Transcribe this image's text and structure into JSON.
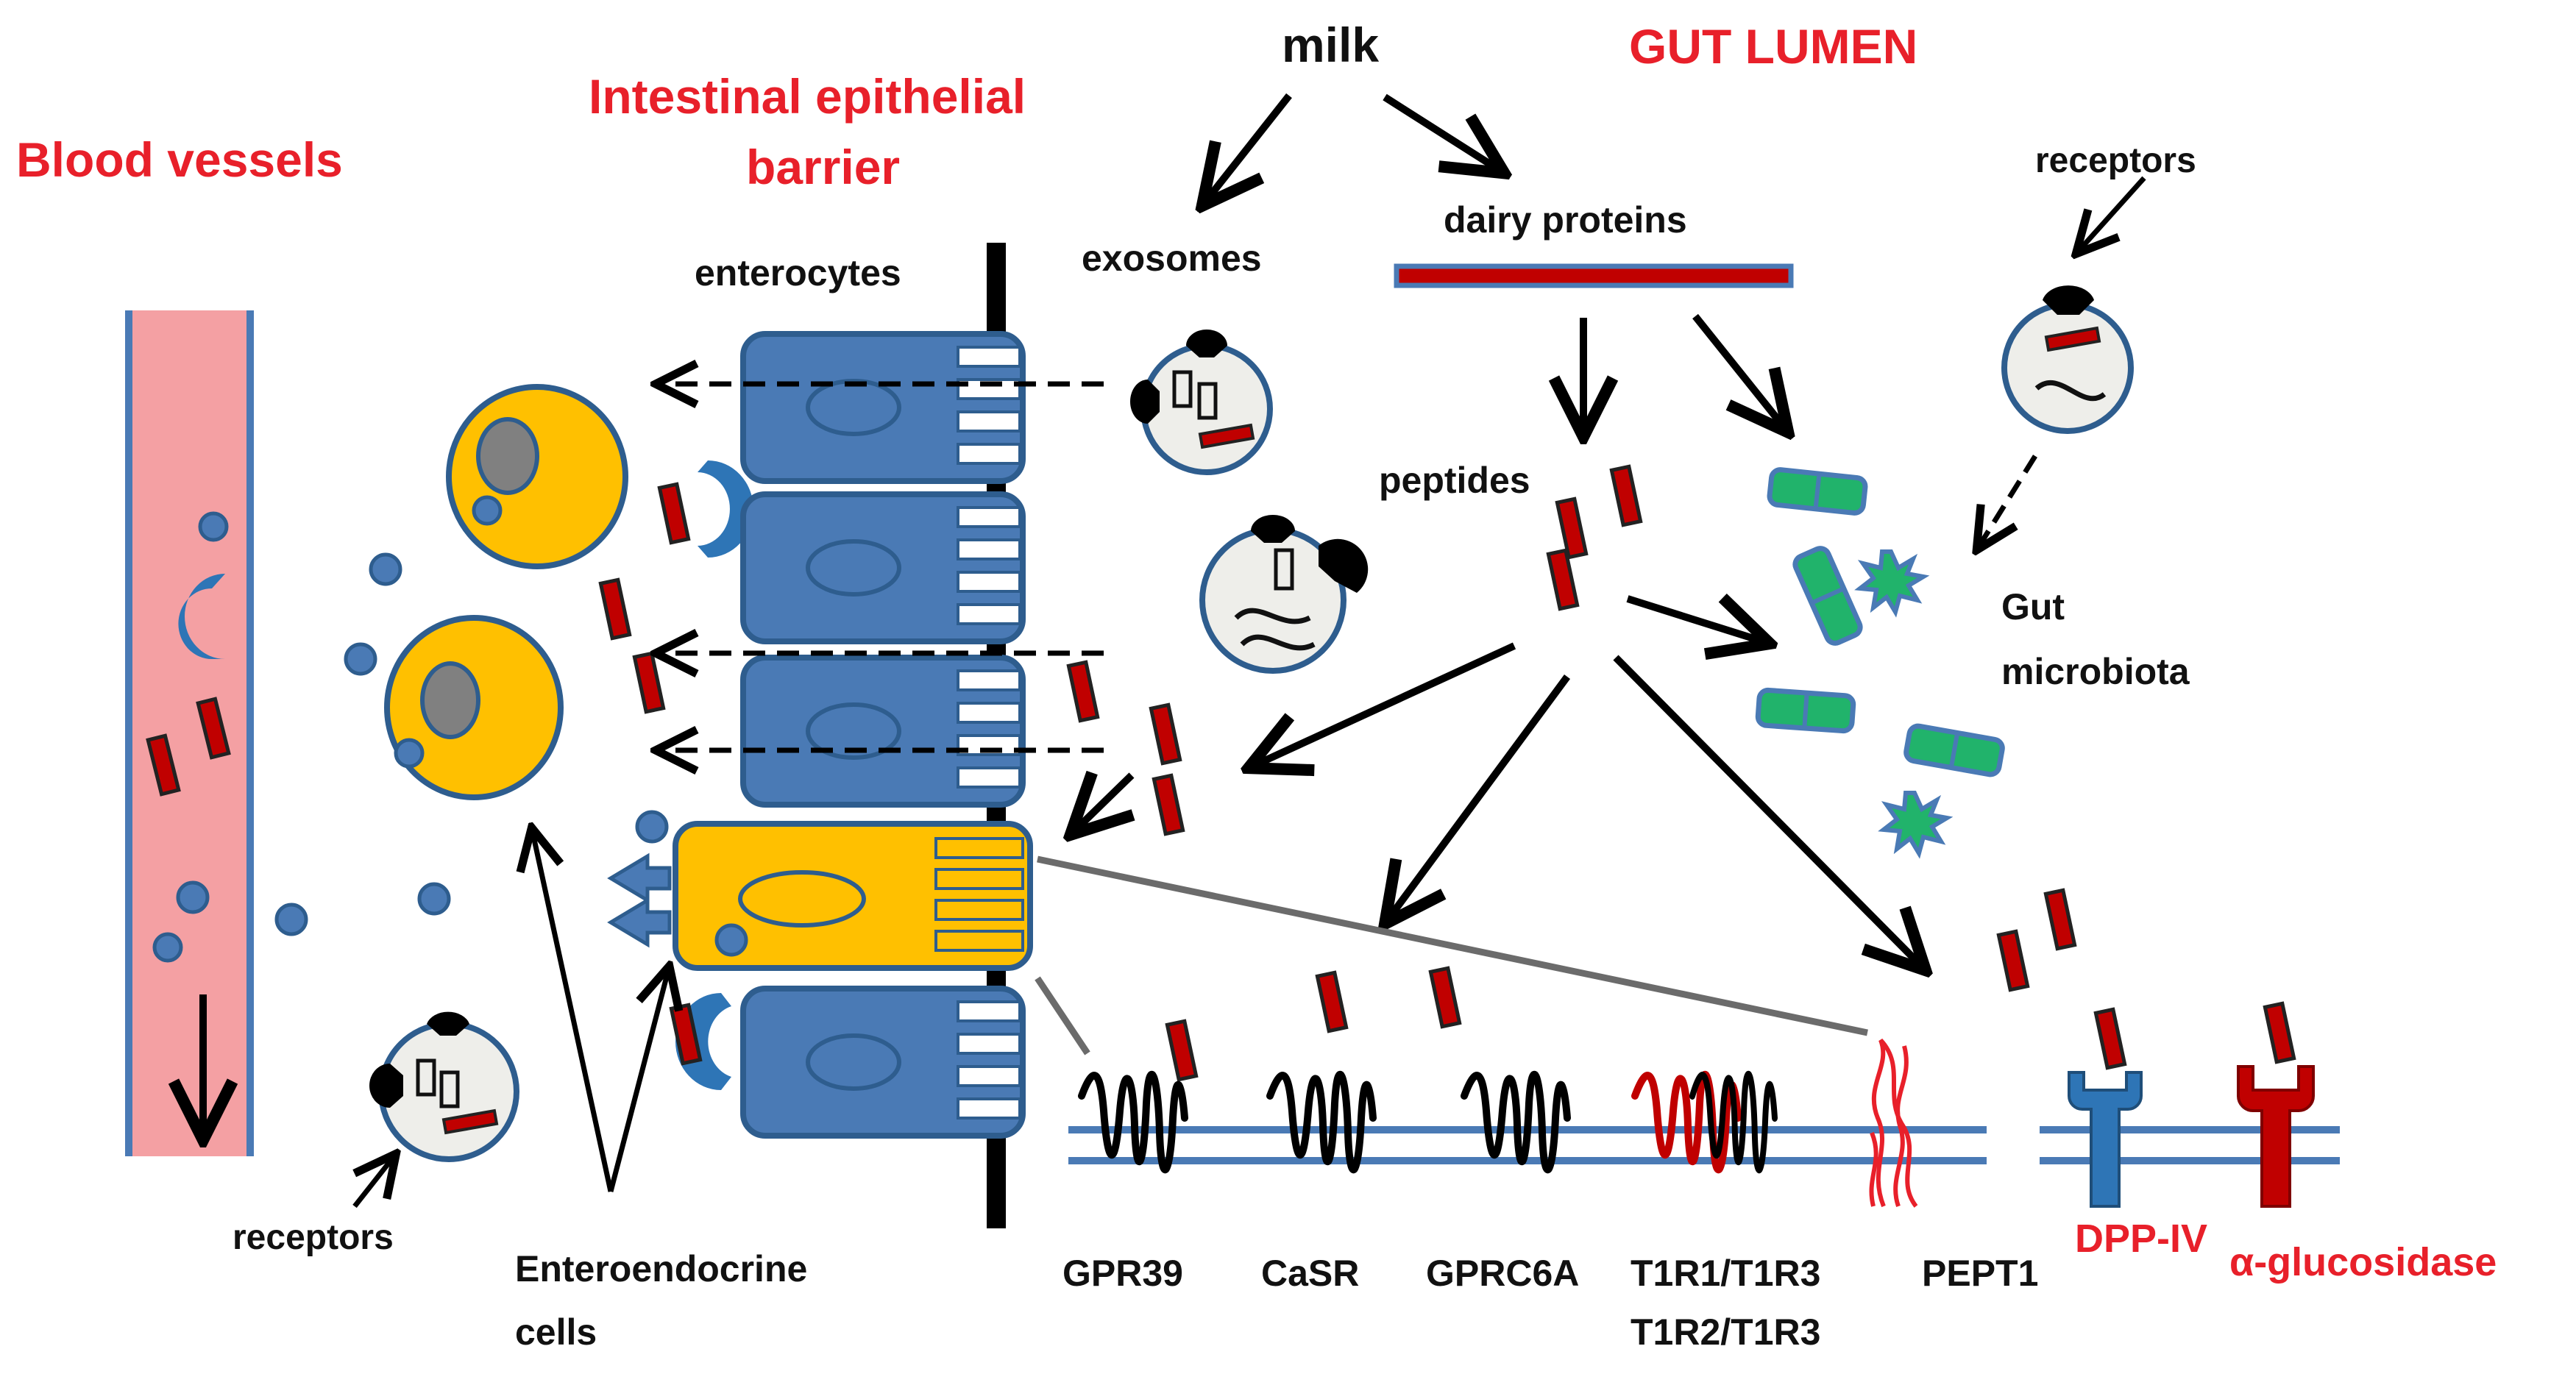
{
  "labels": {
    "blood_vessels": "Blood vessels",
    "barrier_line1": "Intestinal epithelial",
    "barrier_line2": "barrier",
    "gut_lumen": "GUT LUMEN",
    "milk": "milk",
    "exosomes": "exosomes",
    "dairy_proteins": "dairy proteins",
    "enterocytes": "enterocytes",
    "peptides": "peptides",
    "receptors_top": "receptors",
    "gut_microbiota_line1": "Gut",
    "gut_microbiota_line2": "microbiota",
    "receptors_bottom": "receptors",
    "enteroendocrine_line1": "Enteroendocrine",
    "enteroendocrine_line2": "cells"
  },
  "membrane_receptors": [
    {
      "label": "GPR39",
      "color": "#000000"
    },
    {
      "label": "CaSR",
      "color": "#000000"
    },
    {
      "label": "GPRC6A",
      "color": "#000000"
    },
    {
      "label": "T1R1/T1R3",
      "label2": "T1R2/T1R3",
      "color": "#c00000"
    },
    {
      "label": "PEPT1",
      "color": "#e8202a"
    },
    {
      "label": "DPP-IV",
      "color": "#2e75b6"
    },
    {
      "label": "α-glucosidase",
      "color": "#c00000"
    }
  ],
  "colors": {
    "title_red": "#e8202a",
    "vessel_fill": "#f4a0a3",
    "vessel_border": "#4a7ab5",
    "enterocyte_fill": "#4a7ab5",
    "enterocyte_border": "#2e5d8e",
    "enteroendocrine_fill": "#ffc000",
    "peptide_red": "#c00000",
    "microbiota_green": "#21b36b",
    "exosome_fill": "#eeeeea",
    "membrane_blue": "#4a7ab5"
  }
}
